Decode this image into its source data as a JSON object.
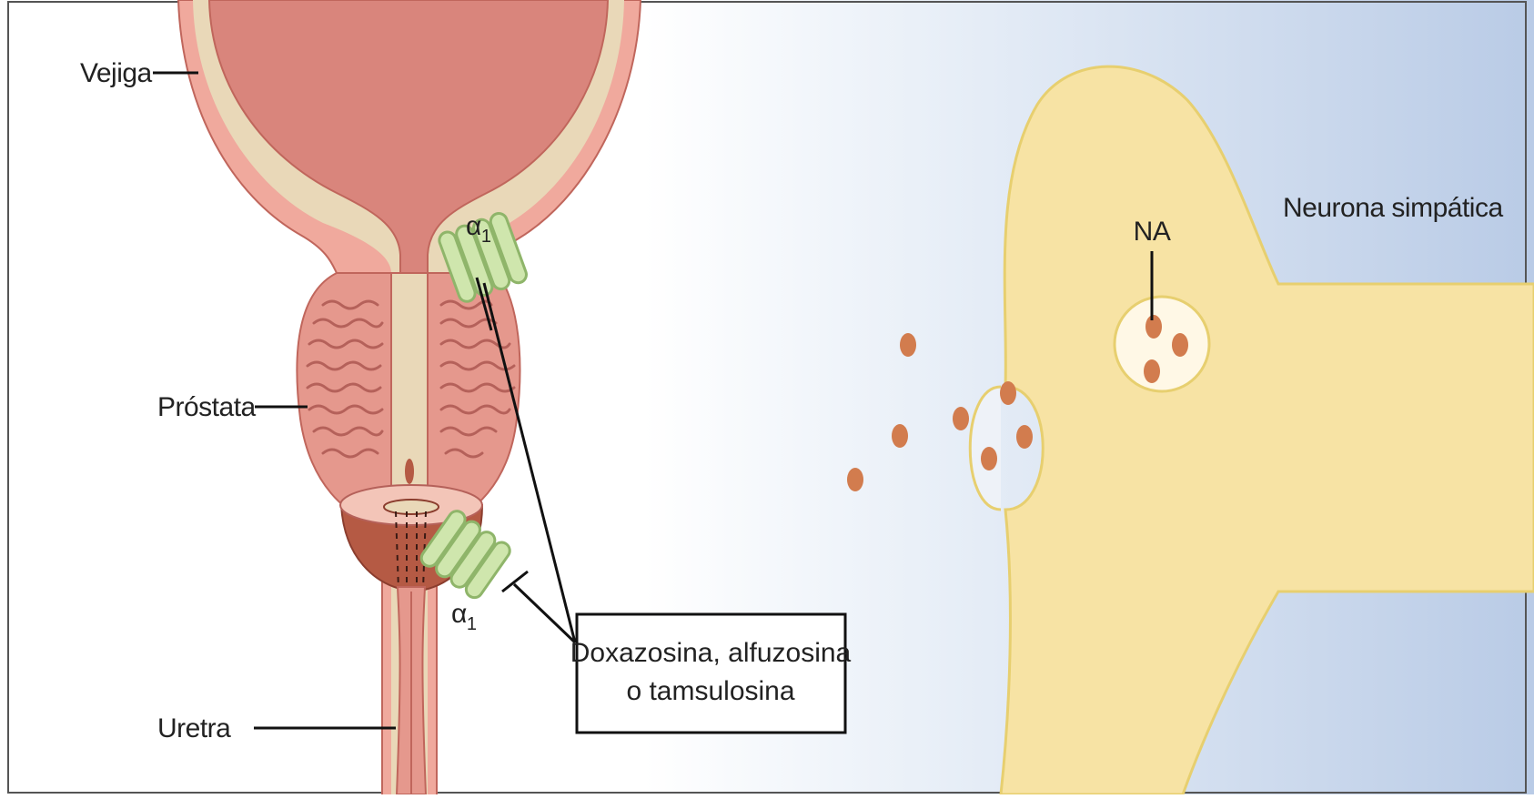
{
  "labels": {
    "bladder": "Vejiga",
    "prostate": "Próstata",
    "urethra": "Uretra",
    "receptor_top": "α",
    "receptor_top_sub": "1",
    "receptor_bottom": "α",
    "receptor_bottom_sub": "1",
    "neuron": "Neurona simpática",
    "neurotransmitter": "NA"
  },
  "drug_box": {
    "line1": "Doxazosina, alfuzosina",
    "line2": "o tamsulosina"
  },
  "colors": {
    "bladder_lumen": "#d9857c",
    "bladder_wall": "#f0a99d",
    "bladder_inner": "#e9d8b8",
    "prostate": "#e5988d",
    "prostate_lines": "#b5615a",
    "sphincter": "#b55a44",
    "receptor_fill": "#cfe6ad",
    "receptor_stroke": "#8fb56a",
    "neuron_fill": "#f7e3a4",
    "neuron_stroke": "#e7cf6f",
    "vesicle_fill": "#fff8e6",
    "na_dot": "#d27c4e",
    "bg_left": "#ffffff",
    "bg_right": "#b9cbe6"
  }
}
